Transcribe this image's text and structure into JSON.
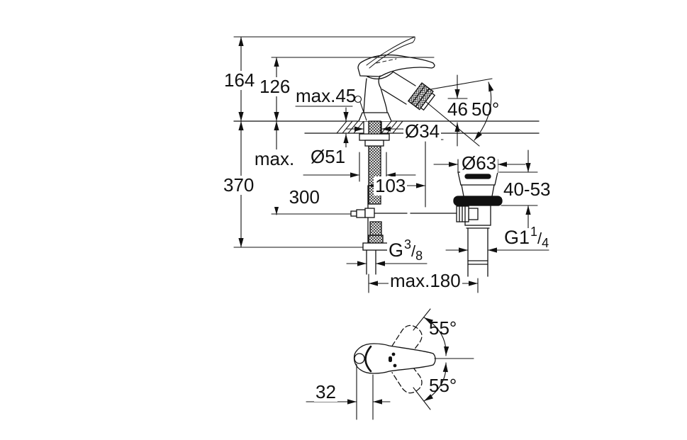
{
  "drawing": {
    "labels": {
      "total_height": "164",
      "body_height": "126",
      "deck_thickness": "max.45",
      "spout_height": "46",
      "spout_angle": "50°",
      "hole_diameter": "Ø34",
      "base_diameter": "Ø51",
      "hose_reach_line1": "max.",
      "hose_reach_line2": "300",
      "total_depth": "370",
      "spout_projection": "103",
      "waste_flange_diameter": "Ø63",
      "clamping_range": "40-53",
      "rod_span": "max.180",
      "swivel_angle_upper": "55°",
      "swivel_angle_lower": "55°",
      "handle_offset": "32",
      "waste_thread": {
        "prefix": "G1",
        "sup": "1",
        "slash": "/",
        "sub": "4"
      },
      "hose_thread": {
        "prefix": "G",
        "sup": "3",
        "slash": "/",
        "sub": "8"
      }
    },
    "line_color": "#111111",
    "background_color": "#ffffff"
  }
}
